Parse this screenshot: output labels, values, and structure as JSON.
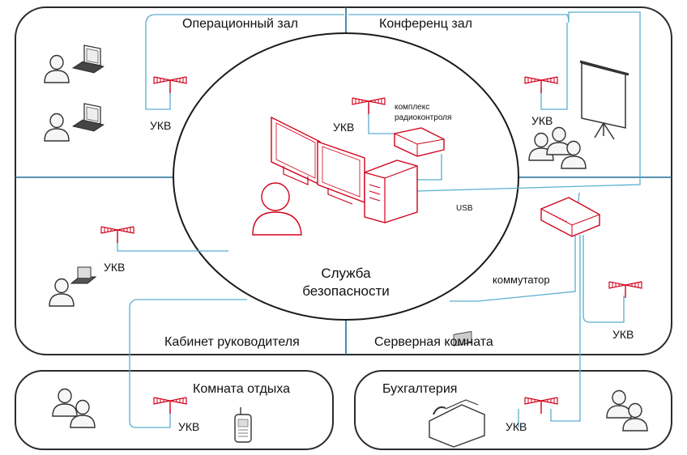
{
  "rooms": {
    "operations": "Операционный зал",
    "conference": "Конференц зал",
    "director": "Кабинет руководителя",
    "server": "Серверная комната",
    "rest": "Комната отдыха",
    "accounting": "Бухгалтерия"
  },
  "center": {
    "line1": "Служба",
    "line2": "безопасности"
  },
  "labels": {
    "ukv": "УКВ",
    "complex_line1": "комплекс",
    "complex_line2": "радиоконтроля",
    "usb": "USB",
    "switch": "коммутатор"
  },
  "colors": {
    "accent": "#d0021b",
    "cable": "#5aaed0",
    "divider": "#1f6f95",
    "border": "#2b2b2b"
  }
}
